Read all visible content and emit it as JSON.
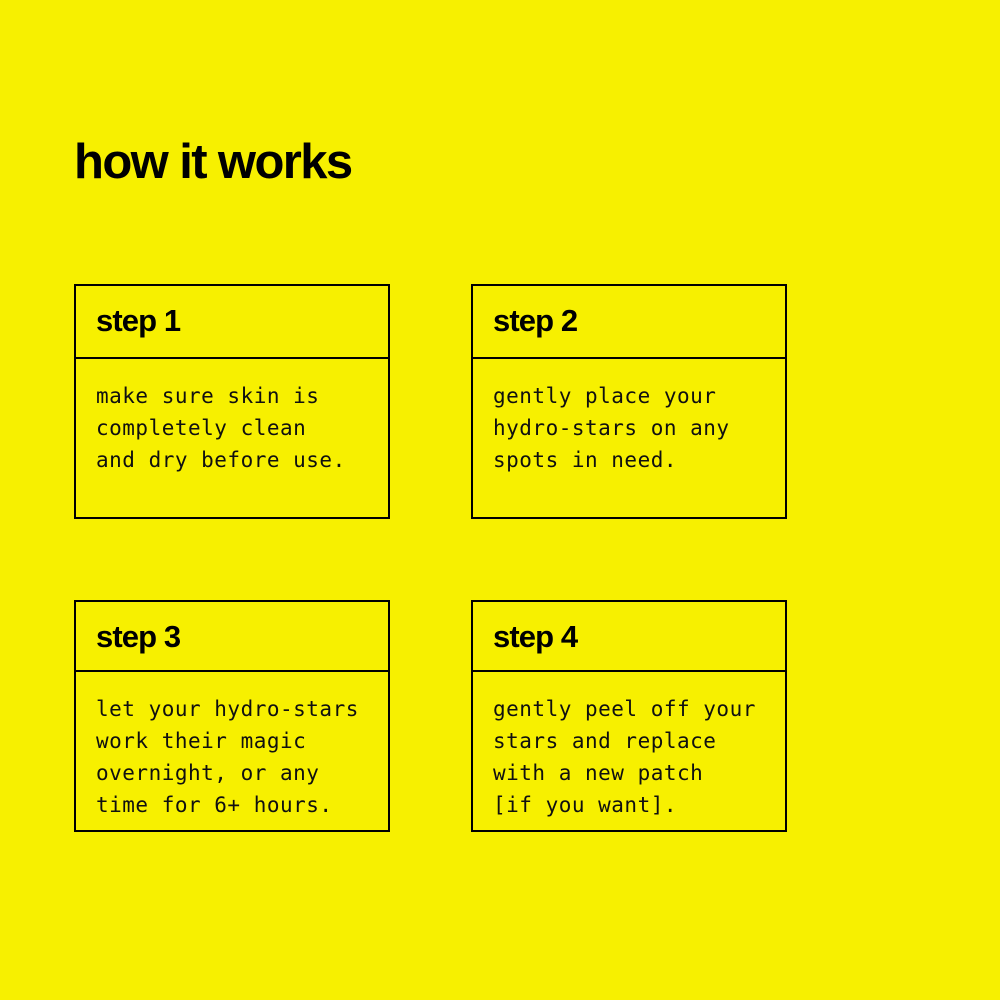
{
  "page": {
    "title": "how it works",
    "background_color": "#f7f000",
    "ink_color": "#000000"
  },
  "cards": [
    {
      "header": "step 1",
      "lines": [
        "make sure skin is",
        "completely clean",
        "and dry before use."
      ]
    },
    {
      "header": "step 2",
      "lines": [
        "gently place your",
        "hydro-stars on any",
        "spots in need."
      ]
    },
    {
      "header": "step 3",
      "lines": [
        "let your hydro-stars",
        "work their magic",
        "overnight, or any",
        "time for 6+ hours."
      ]
    },
    {
      "header": "step 4",
      "lines": [
        "gently peel off your",
        "stars and replace",
        "with a new patch",
        "[if you want]."
      ]
    }
  ]
}
